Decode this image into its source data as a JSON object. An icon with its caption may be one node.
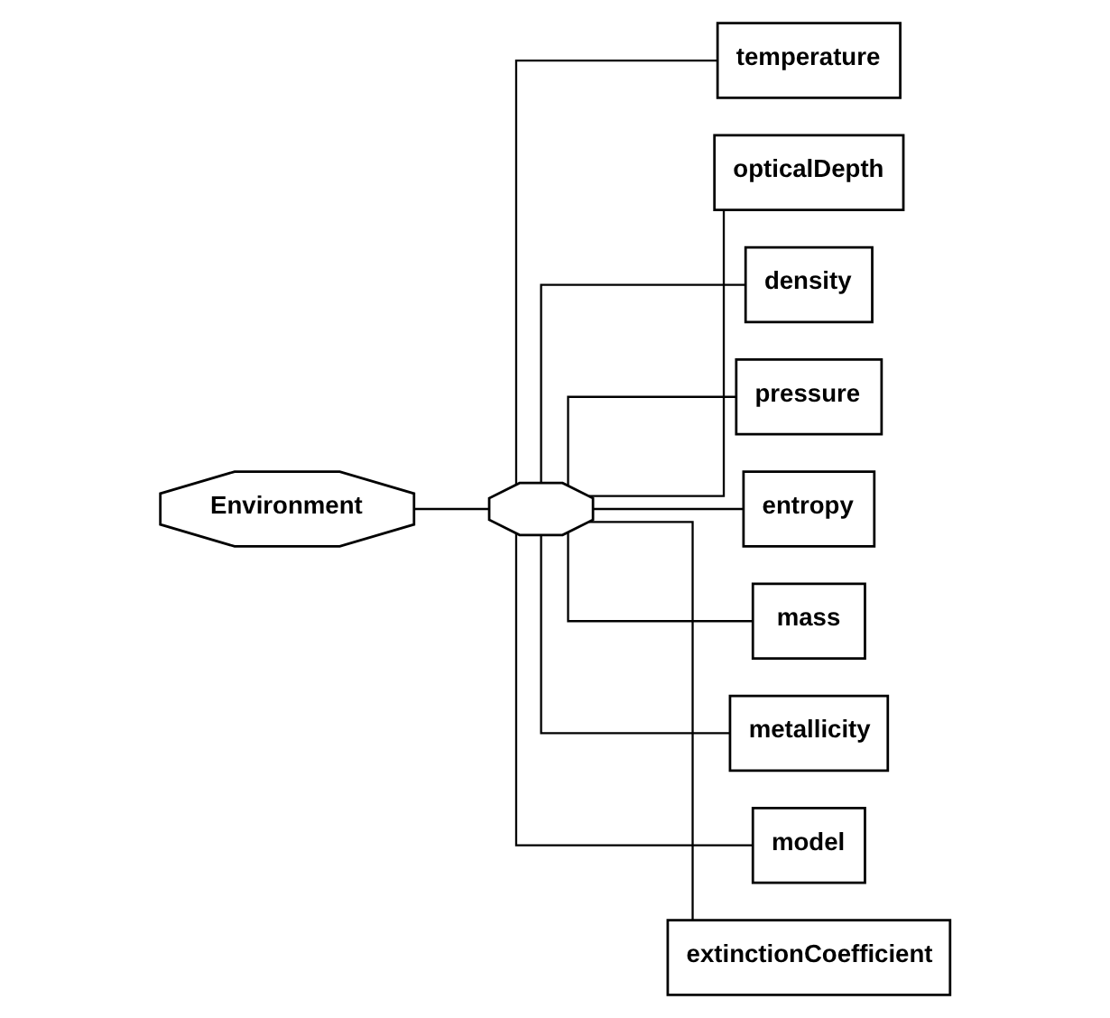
{
  "diagram": {
    "nodes": [
      {
        "text": [
          "Environment"
        ]
      },
      {
        "text": [],
        "shape": "octagon"
      },
      {
        "text": [
          "temperature"
        ]
      },
      {
        "text": [
          "opticalDepth"
        ]
      },
      {
        "text": [
          "density"
        ]
      },
      {
        "text": [
          "pressure"
        ]
      },
      {
        "text": [
          "entropy"
        ]
      },
      {
        "text": [
          "mass"
        ]
      },
      {
        "text": [
          "metallicity"
        ]
      },
      {
        "text": [
          "model"
        ]
      },
      {
        "text": [
          "extinctionCoefficient"
        ]
      }
    ],
    "edges": [
      {
        "from": 0,
        "to": 1,
        "arrow": "none"
      },
      {
        "from": 1,
        "to": 2,
        "arrow": "none"
      },
      {
        "from": 1,
        "to": 3,
        "arrow": "none"
      },
      {
        "from": 1,
        "to": 4,
        "arrow": "none"
      },
      {
        "from": 1,
        "to": 5,
        "arrow": "none"
      },
      {
        "from": 1,
        "to": 6,
        "arrow": "none"
      },
      {
        "from": 1,
        "to": 7,
        "arrow": "none"
      },
      {
        "from": 1,
        "to": 8,
        "arrow": "none"
      },
      {
        "from": 1,
        "to": 9,
        "arrow": "none"
      },
      {
        "from": 1,
        "to": 10,
        "arrow": "none"
      }
    ]
  }
}
